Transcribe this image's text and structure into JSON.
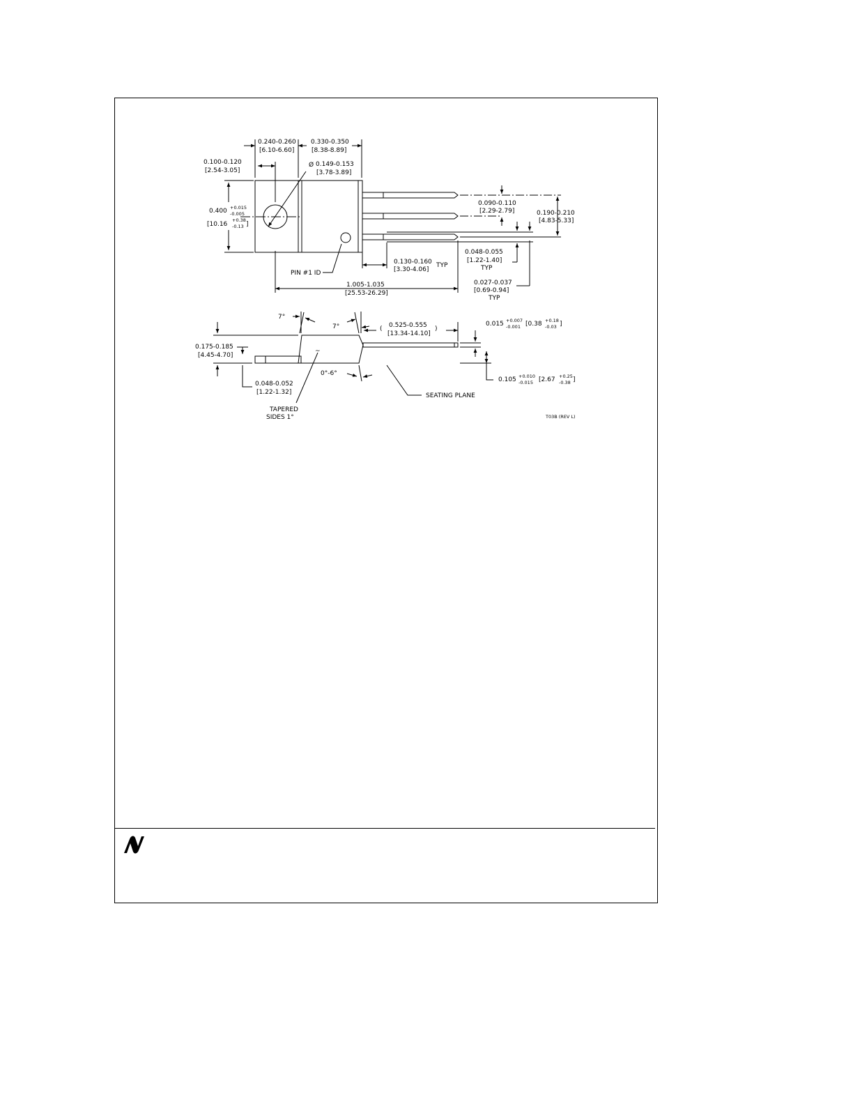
{
  "drawing": {
    "top_view": {
      "tab_width": "0.240-0.260",
      "tab_width_mm": "[6.10-6.60]",
      "body_length": "0.330-0.350",
      "body_length_mm": "[8.38-8.89]",
      "hole_offset": "0.100-0.120",
      "hole_offset_mm": "[2.54-3.05]",
      "hole_dia_symbol": "Ø",
      "hole_dia": "0.149-0.153",
      "hole_dia_mm": "[3.78-3.89]",
      "height_nom": "0.400",
      "height_tol_plus": "+0.015",
      "height_tol_minus": "-0.005",
      "height_mm_open": "[10.16",
      "height_mm_tol_plus": "+0.38",
      "height_mm_tol_minus": "-0.13",
      "height_mm_close": "]",
      "pitch": "0.090-0.110",
      "pitch_mm": "[2.29-2.79]",
      "lead_span": "0.190-0.210",
      "lead_span_mm": "[4.83-5.33]",
      "shoulder_len": "0.130-0.160",
      "shoulder_len_mm": "[3.30-4.06]",
      "shoulder_typ": "TYP",
      "lead_wide": "0.048-0.055",
      "lead_wide_mm": "[1.22-1.40]",
      "lead_wide_typ": "TYP",
      "lead_narrow": "0.027-0.037",
      "lead_narrow_mm": "[0.69-0.94]",
      "lead_narrow_typ": "TYP",
      "pin1_label": "PIN #1 ID",
      "overall_len": "1.005-1.035",
      "overall_len_mm": "[25.53-26.29]"
    },
    "side_view": {
      "angle_left": "7°",
      "angle_right": "7°",
      "lead_len_open": "(",
      "lead_len": "0.525-0.555",
      "lead_len_close": ")",
      "lead_len_mm": "[13.34-14.10]",
      "lead_thick_nom": "0.015",
      "lead_thick_tol_plus": "+0.007",
      "lead_thick_tol_minus": "-0.001",
      "lead_thick_mm_open": "[0.38",
      "lead_thick_mm_tol_plus": "+0.18",
      "lead_thick_mm_tol_minus": "-0.03",
      "lead_thick_mm_close": "]",
      "body_height": "0.175-0.185",
      "body_height_mm": "[4.45-4.70]",
      "tab_thick": "0.048-0.052",
      "tab_thick_mm": "[1.22-1.32]",
      "draft_angle": "0°-6°",
      "tilde": "~",
      "tapered_1": "TAPERED",
      "tapered_2": "SIDES 1°",
      "seating_plane": "SEATING PLANE",
      "standoff_nom": "0.105",
      "standoff_tol_plus": "+0.010",
      "standoff_tol_minus": "-0.015",
      "standoff_mm_open": "[2.67",
      "standoff_mm_tol_plus": "+0.25",
      "standoff_mm_tol_minus": "-0.38",
      "standoff_mm_close": "]",
      "drawing_ref": "T03B (REV L)"
    }
  },
  "footer": {
    "logo_icon": "national-semiconductor-logo"
  }
}
